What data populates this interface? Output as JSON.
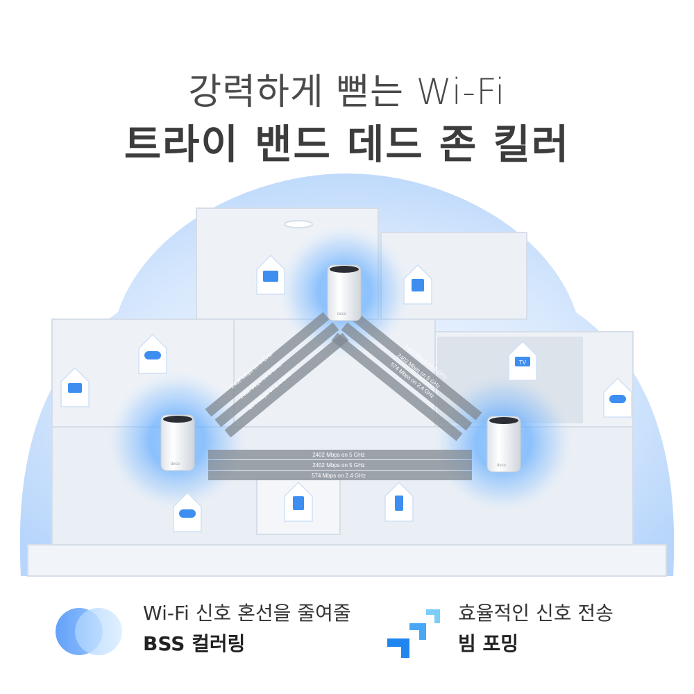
{
  "title": {
    "line1": "강력하게 뻗는 Wi-Fi",
    "line2": "트라이 밴드 데드 존 킬러"
  },
  "links": {
    "left": [
      "2402 Mbps on 5 GHz",
      "2402 Mbps on 5 GHz",
      "574 Mbps on 2.4 GHz"
    ],
    "right": [
      "2402 Mbps on 5 GHz",
      "2402 Mbps on 5 GHz",
      "574 Mbps on 2.4 GHz"
    ],
    "bottom": [
      "2402 Mbps on 5 GHz",
      "2402 Mbps on 5 GHz",
      "574 Mbps on 2.4 GHz"
    ]
  },
  "router_brand": "deco",
  "tv_label": "TV",
  "features": [
    {
      "line1": "Wi-Fi 신호 혼선을 줄여줄",
      "line2": "BSS 컬러링",
      "icon": "overlapping-circles-icon"
    },
    {
      "line1": "효율적인 신호 전송",
      "line2": "빔 포밍",
      "icon": "beamforming-arrows-icon"
    }
  ],
  "colors": {
    "accent": "#3d8ef0",
    "glow": "#4da3ff",
    "link_band": "#7f8790",
    "house": "#e6ecf4"
  }
}
